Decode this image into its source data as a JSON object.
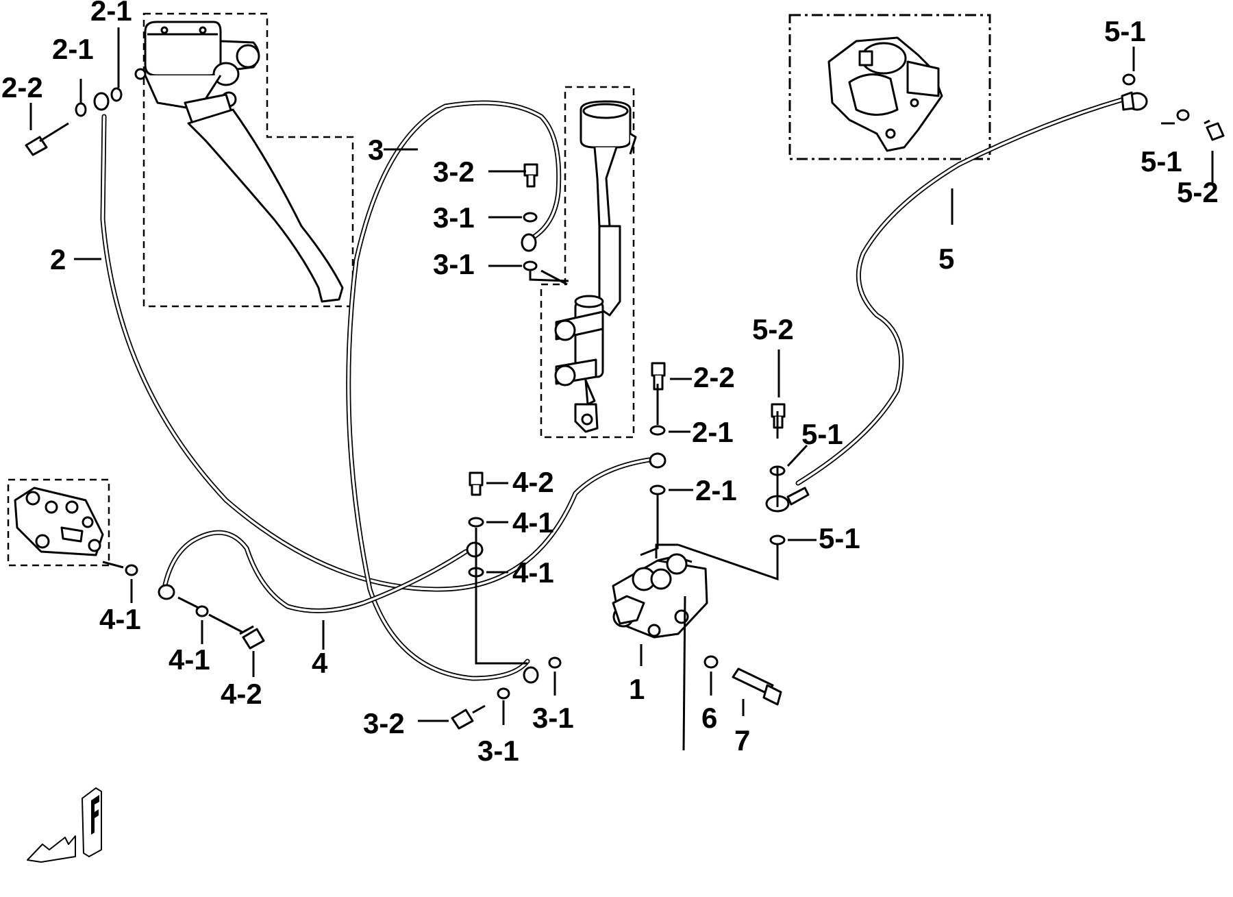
{
  "labels": {
    "main_1": "1",
    "hose_2": "2",
    "hose_3": "3",
    "hose_4": "4",
    "hose_5": "5",
    "item_6": "6",
    "item_7": "7",
    "washer_2_1": "2-1",
    "bolt_2_2": "2-2",
    "washer_3_1": "3-1",
    "bolt_3_2": "3-2",
    "washer_4_1": "4-1",
    "bolt_4_2": "4-2",
    "washer_5_1": "5-1",
    "bolt_5_2": "5-2"
  },
  "icons": {
    "front_direction": "front-arrow-F-icon"
  }
}
